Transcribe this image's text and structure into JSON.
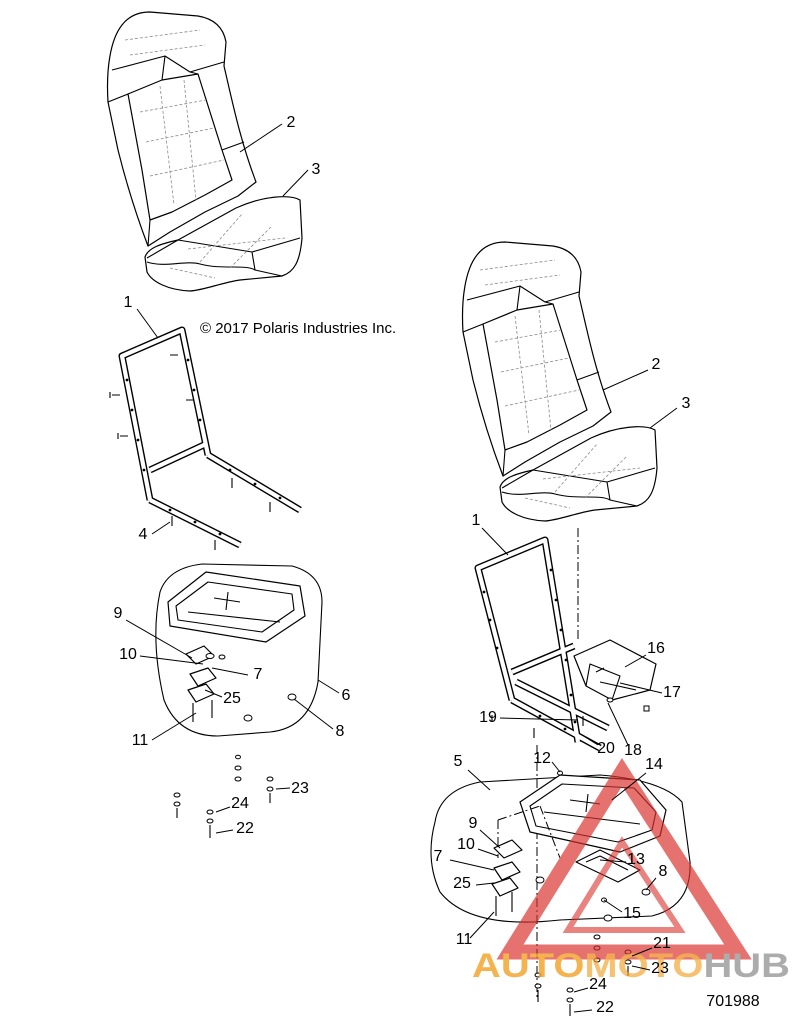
{
  "copyright": "© 2017 Polaris Industries Inc.",
  "figure_number": "701988",
  "left_assembly": {
    "callouts": [
      "2",
      "3",
      "1",
      "4",
      "9",
      "10",
      "7",
      "25",
      "6",
      "8",
      "11",
      "23",
      "24",
      "22"
    ]
  },
  "right_assembly": {
    "callouts": [
      "2",
      "3",
      "1",
      "16",
      "17",
      "19",
      "20",
      "18",
      "12",
      "14",
      "5",
      "9",
      "10",
      "7",
      "25",
      "13",
      "8",
      "15",
      "11",
      "21",
      "23",
      "24",
      "22"
    ]
  },
  "watermark": {
    "part1": "AUTO",
    "part2": "MOTO",
    "part3": "HUB"
  },
  "colors": {
    "line": "#000000",
    "watermark_red": "#d9302c",
    "watermark_orange": "#f3a630",
    "watermark_grey": "#9e9e9e"
  }
}
